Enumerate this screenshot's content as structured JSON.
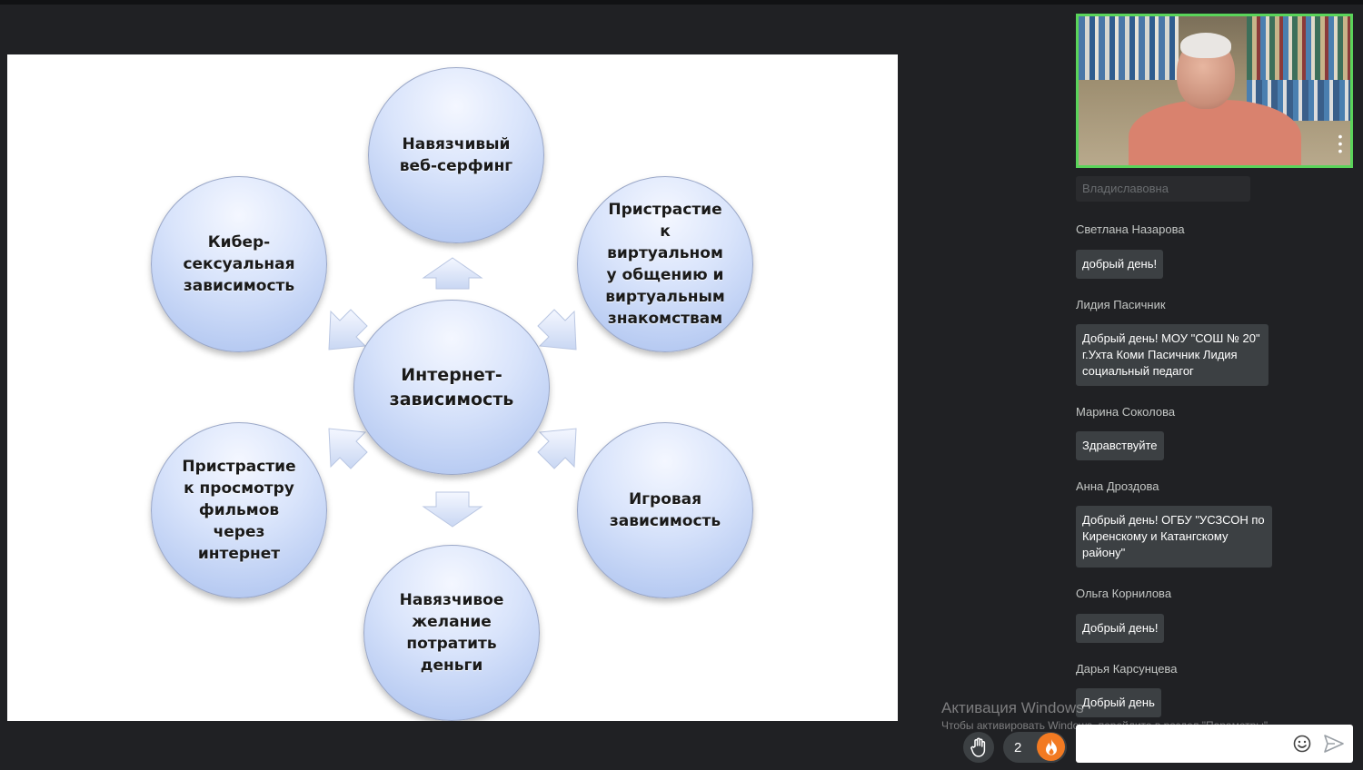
{
  "slide": {
    "center": "Интернет-\nзависимость",
    "nodes": {
      "top": "Навязчивый\nвеб-серфинг",
      "top_right": "Пристрастие\nк\nвиртуальном\nу общению и\nвиртуальным\nзнакомствам",
      "bottom_right": "Игровая\nзависимость",
      "bottom": "Навязчивое\nжелание\nпотратить\nденьги",
      "bottom_left": "Пристрастие\nк просмотру\nфильмов\nчерез\nинтернет",
      "top_left": "Кибер-\nсексуальная\nзависимость"
    }
  },
  "chat": {
    "partial_name": "Владиславовна",
    "messages": [
      {
        "sender": "Светлана Назарова",
        "text": "добрый день!"
      },
      {
        "sender": "Лидия Пасичник",
        "text": "Добрый день! МОУ \"СОШ № 20\"\nг.Ухта Коми Пасичник Лидия\nсоциальный педагог"
      },
      {
        "sender": "Марина Соколова",
        "text": "Здравствуйте"
      },
      {
        "sender": "Анна Дроздова",
        "text": "Добрый день! ОГБУ \"УСЗСОН по\nКиренскому и Катангскому\nрайону\""
      },
      {
        "sender": "Ольга Корнилова",
        "text": "Добрый день!"
      },
      {
        "sender": "Дарья Карсунцева",
        "text": "Добрый день"
      }
    ],
    "input_value": "",
    "input_placeholder": ""
  },
  "watermark": {
    "title": "Активация Windows",
    "subtitle": "Чтобы активировать Windows, перейдите в раздел \"Параметры\"."
  },
  "controls": {
    "raised_hands_count": "2",
    "icons": [
      "hand-icon",
      "fire-icon",
      "emoji-icon",
      "send-icon",
      "more-vert-icon"
    ]
  },
  "colors": {
    "background": "#202124",
    "bubble": "#3c4043",
    "selfview_border": "#5ad45a",
    "fire": "#f27a22"
  }
}
